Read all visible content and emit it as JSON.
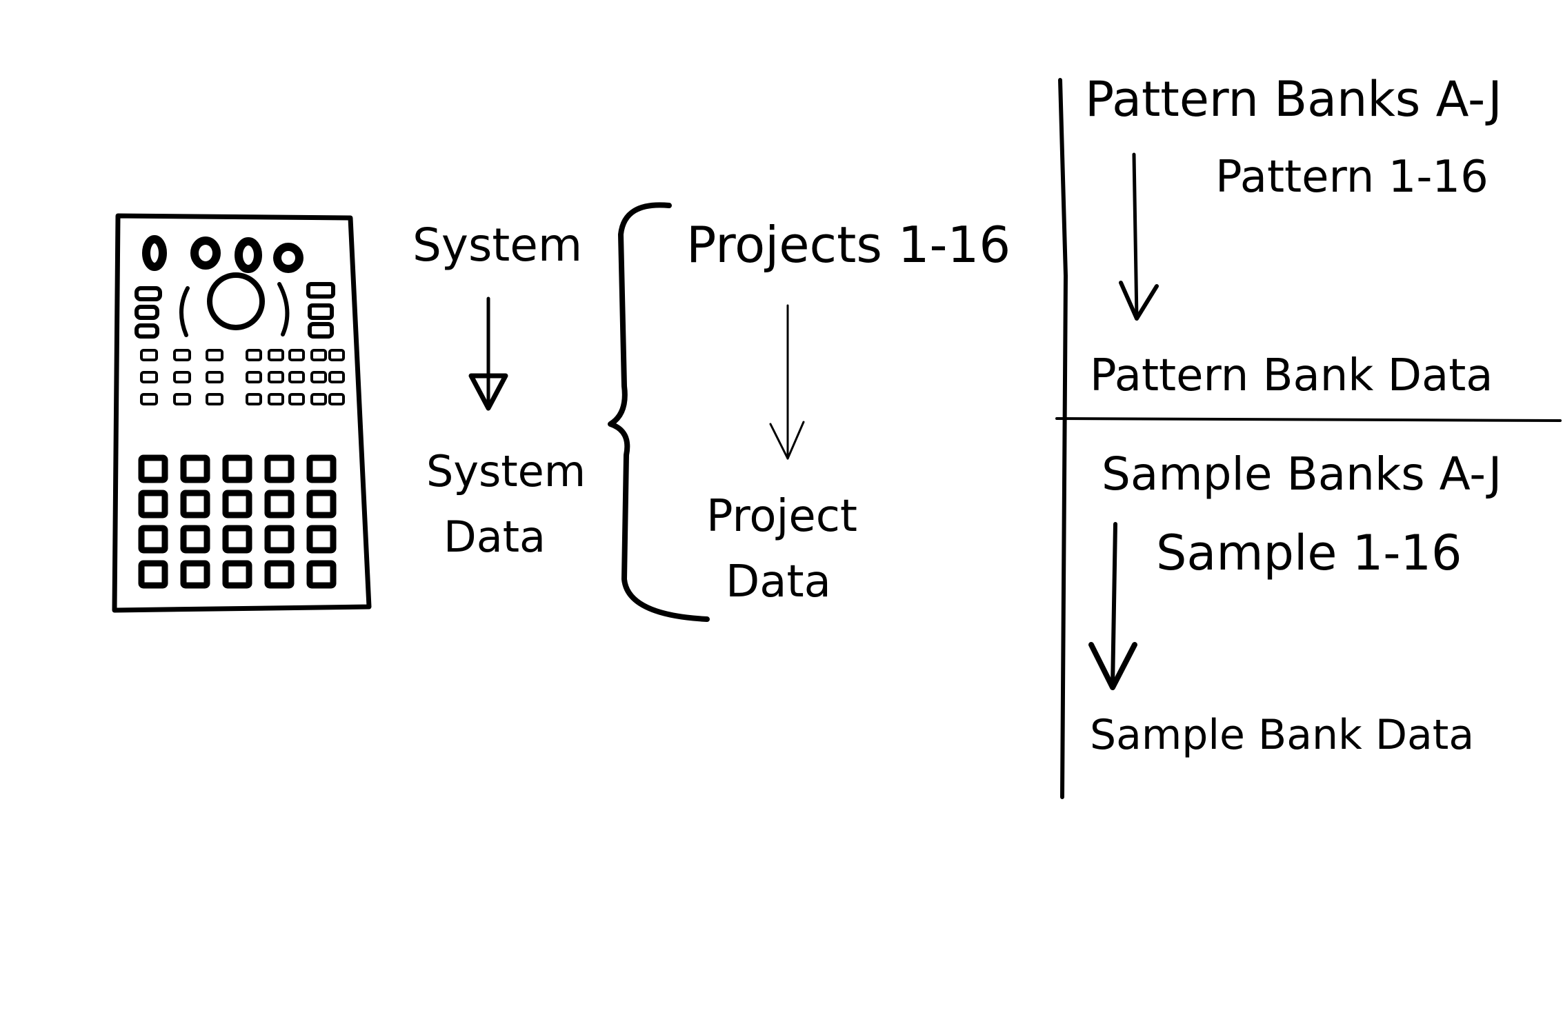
{
  "system": {
    "title": "System",
    "data_line1": "System",
    "data_line2": "Data"
  },
  "projects": {
    "title": "Projects 1-16",
    "data_line1": "Project",
    "data_line2": "Data"
  },
  "patterns": {
    "title": "Pattern Banks A-J",
    "subtitle": "Pattern 1-16",
    "data": "Pattern Bank Data"
  },
  "samples": {
    "title": "Sample Banks A-J",
    "subtitle": "Sample 1-16",
    "data": "Sample Bank Data"
  },
  "colors": {
    "ink": "#000000",
    "background": "#ffffff"
  }
}
